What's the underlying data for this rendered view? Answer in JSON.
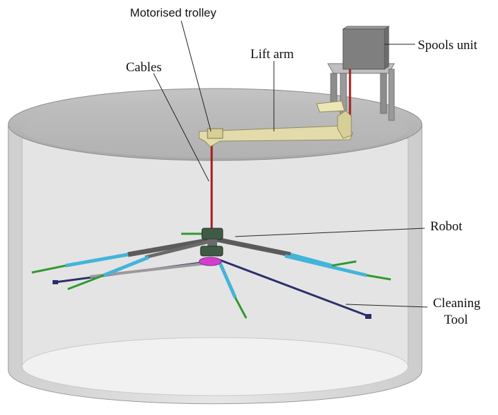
{
  "labels": {
    "motorised_trolley": "Motorised trolley",
    "cables": "Cables",
    "lift_arm": "Lift arm",
    "spools_unit": "Spools unit",
    "robot": "Robot",
    "cleaning_tool_line1": "Cleaning",
    "cleaning_tool_line2": "Tool"
  },
  "colors": {
    "tank_wall": "#d9d9d9",
    "tank_top": "#b3b3b3",
    "lift_arm": "#e3dcaa",
    "cable": "#a01c1c",
    "spools_box": "#808080",
    "robot_body": "#3f5a45",
    "arm_cyan": "#44b4d8",
    "arm_green": "#2f9a2f",
    "arm_navy": "#2a2f6b",
    "tool_magenta": "#d23fd0"
  }
}
